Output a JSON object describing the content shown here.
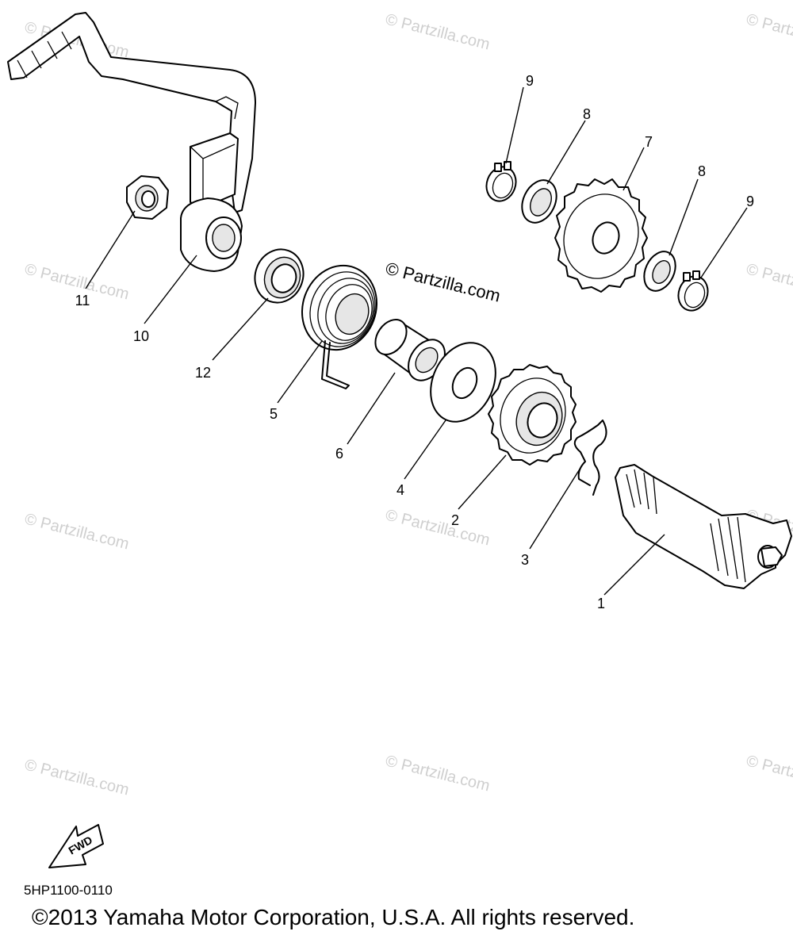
{
  "watermark": {
    "text": "© Partzilla.com",
    "center_text": "© Partzilla.com"
  },
  "parts": [
    {
      "number": "1"
    },
    {
      "number": "2"
    },
    {
      "number": "3"
    },
    {
      "number": "4"
    },
    {
      "number": "5"
    },
    {
      "number": "6"
    },
    {
      "number": "7"
    },
    {
      "number": "8"
    },
    {
      "number": "8"
    },
    {
      "number": "9"
    },
    {
      "number": "9"
    },
    {
      "number": "10"
    },
    {
      "number": "11"
    },
    {
      "number": "12"
    }
  ],
  "direction_arrow": {
    "label": "FWD"
  },
  "diagram_code": "5HP1100-0110",
  "copyright": "©2013 Yamaha Motor Corporation, U.S.A. All rights reserved."
}
